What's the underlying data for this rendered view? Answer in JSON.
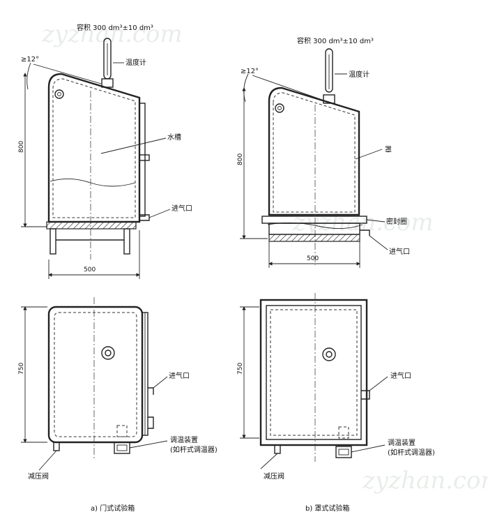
{
  "capacity_note": "容积 300 dm³±10 dm³",
  "angle": "≥12°",
  "labels": {
    "thermometer": "温度计",
    "water_tank": "水槽",
    "air_inlet": "进气口",
    "cover": "罩",
    "seal_ring": "密封圈",
    "pressure_valve": "减压阀",
    "temp_device_line1": "调温装置",
    "temp_device_line2": "(如杆式调温器)"
  },
  "dimensions": {
    "height_side": "800",
    "width": "500",
    "height_front": "750"
  },
  "captions": {
    "a": "a) 门式试验箱",
    "b": "b) 罩式试验箱"
  }
}
